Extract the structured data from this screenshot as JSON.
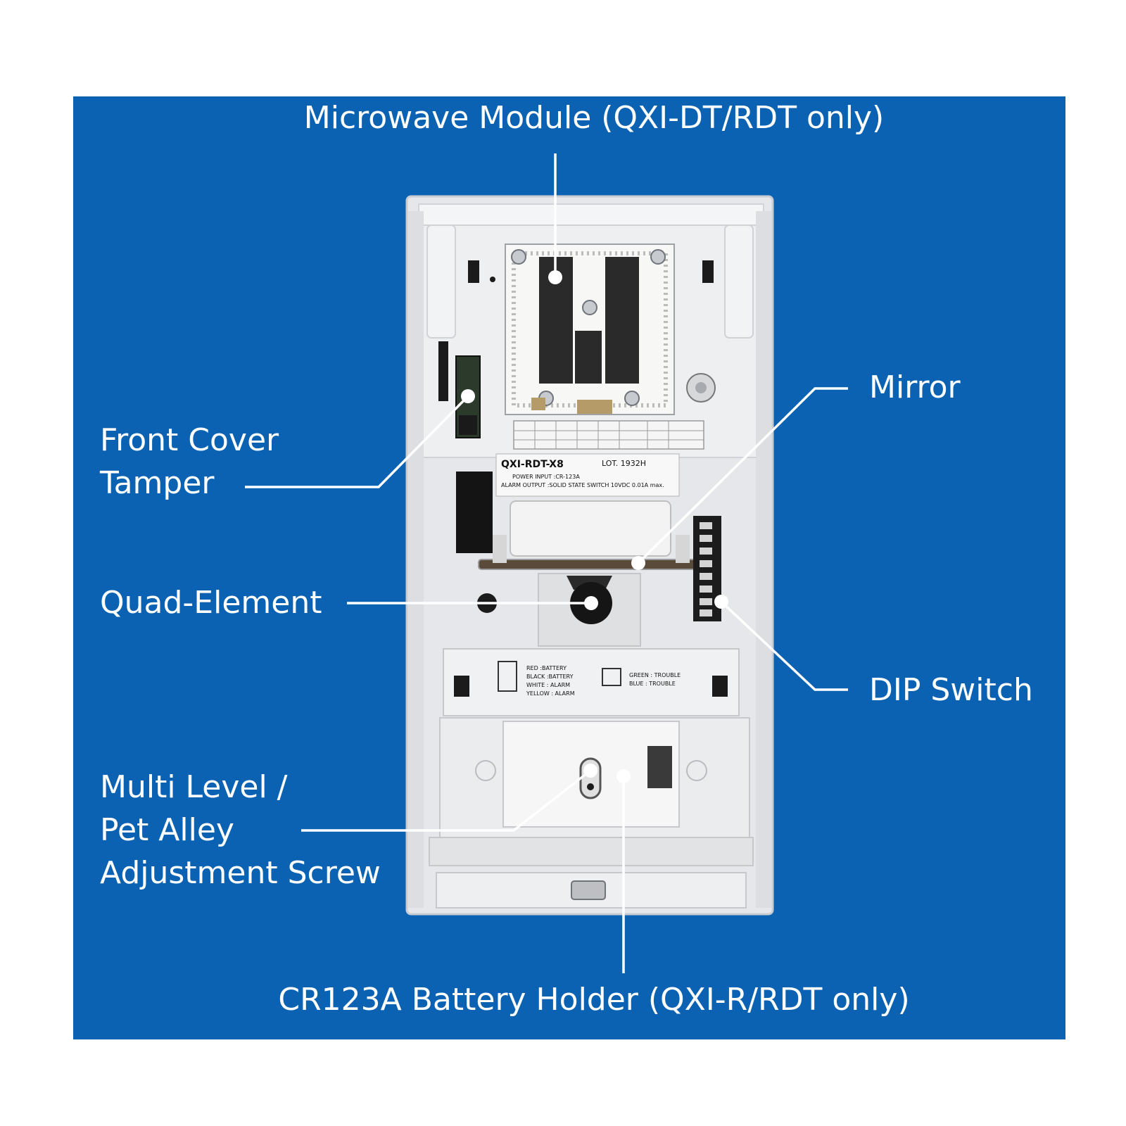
{
  "labels": {
    "microwave_module": "Microwave Module (QXI-DT/RDT only)",
    "mirror": "Mirror",
    "front_cover_tamper": [
      "Front Cover",
      "Tamper"
    ],
    "quad_element": "Quad-Element",
    "dip_switch": "DIP Switch",
    "adjustment_screw": [
      "Multi Level /",
      "Pet Alley",
      "Adjustment Screw"
    ],
    "battery_holder": "CR123A Battery Holder (QXI-R/RDT only)"
  },
  "device": {
    "model": "QXI-RDT-X8",
    "lot": "LOT.    1932H",
    "power_input": "POWER INPUT :CR-123A",
    "alarm_output": "ALARM OUTPUT :SOLID STATE SWITCH 10VDC 0.01A max.",
    "wires_left": [
      "RED      :BATTERY",
      "BLACK   :BATTERY",
      "WHITE   : ALARM",
      "YELLOW  : ALARM"
    ],
    "wires_right": [
      "GREEN : TROUBLE",
      "BLUE   : TROUBLE"
    ]
  },
  "colors": {
    "panel": "#0b62b3",
    "label_text": "#ffffff",
    "leader_line": "#ffffff",
    "device_body": "#e9eaec"
  }
}
